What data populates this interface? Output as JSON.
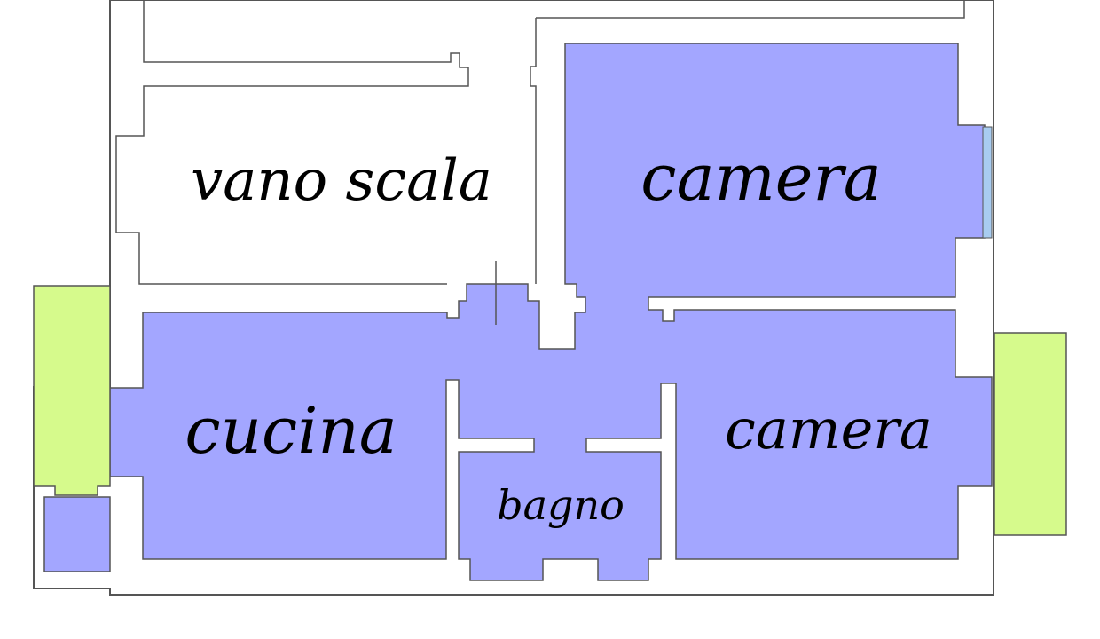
{
  "colors": {
    "room_fill": "#a3a6ff",
    "balcony_fill": "#d6fa8c",
    "window_fill": "#a8ccf0",
    "wall_outline": "#555555",
    "background": "#ffffff"
  },
  "rooms": {
    "vano_scala": "vano scala",
    "camera_top": "camera",
    "cucina": "cucina",
    "camera_bottom": "camera",
    "bagno": "bagno"
  }
}
